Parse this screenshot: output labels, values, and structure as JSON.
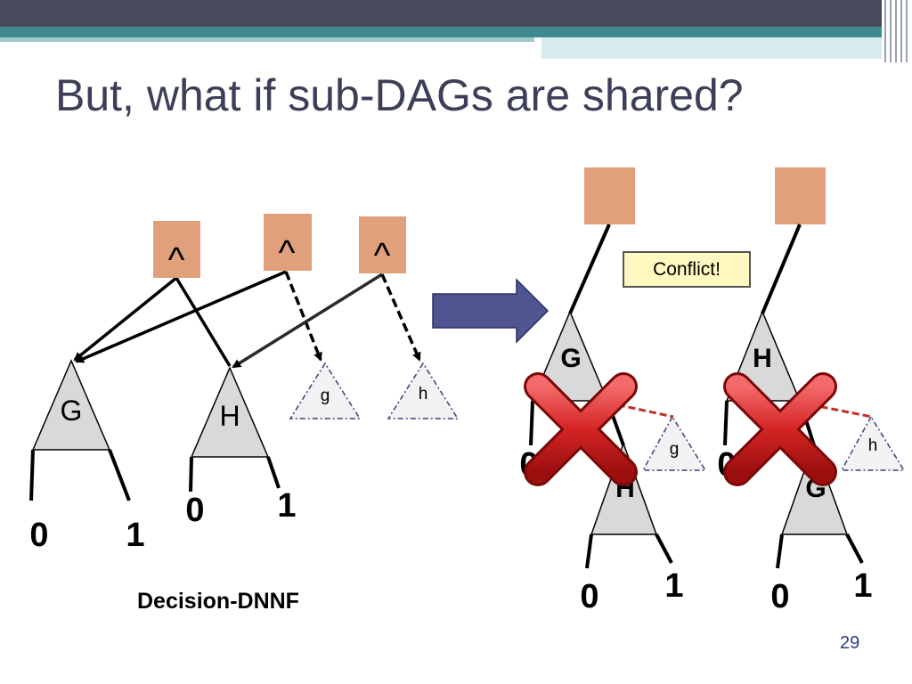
{
  "slide": {
    "title": "But, what if sub-DAGs are shared?",
    "caption": "Decision-DNNF",
    "page_number": "29"
  },
  "left_diagram": {
    "and_symbol": "^",
    "triangle_G": "G",
    "triangle_H": "H",
    "subdag_g": "g",
    "subdag_h": "h",
    "G_leaf_left": "0",
    "G_leaf_right": "1",
    "H_leaf_left": "0",
    "H_leaf_right": "1"
  },
  "right_diagram": {
    "callout": "Conflict!",
    "a_top": "G",
    "a_inner": "H",
    "a_sub": "g",
    "a_leaf_top_left": "0",
    "a_leaf_left": "0",
    "a_leaf_right": "1",
    "b_top": "H",
    "b_inner": "G",
    "b_sub": "h",
    "b_leaf_top_left": "0",
    "b_leaf_left": "0",
    "b_leaf_right": "1"
  },
  "colors": {
    "header_dark": "#474a5e",
    "header_teal": "#3e8a8e",
    "title_text": "#3c3f57",
    "node_fill": "#e0a07c",
    "triangle_fill": "#d9d9d9",
    "arrow_fill": "#4f5590",
    "cross_red": "#d42424",
    "callout_fill": "#fff8c0",
    "page_number": "#2e3a8c"
  }
}
